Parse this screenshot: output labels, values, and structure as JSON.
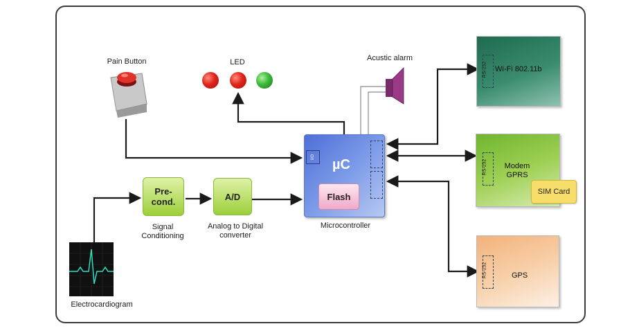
{
  "labels": {
    "pain_button": "Pain Button",
    "led": "LED",
    "acustic_alarm": "Acustic alarm",
    "microcontroller": "Microcontroller",
    "uc": "µC",
    "flash": "Flash",
    "precond": "Pre-\ncond.",
    "signal_conditioning": "Signal\nConditioning",
    "ad": "A/D",
    "analog_to_digital": "Analog to Digital\nconverter",
    "electrocardiogram": "Electrocardiogram",
    "wifi": "Wi-Fi 802.11b",
    "modem": "Modem\nGPRS",
    "sim_card": "SIM Card",
    "gps": "GPS",
    "rs232": "RS-232",
    "io": "I/O"
  },
  "colors": {
    "led_1": "#e0241b",
    "led_2": "#e0241b",
    "led_3": "#3cb83a",
    "wifi_box": "#3a8c6e",
    "modem_box": "#8cc63f",
    "gps_box": "#f6c99a",
    "mc_box": "#5b7fe0",
    "flash_box": "#f5c6dc",
    "connector": "#1a1a1a"
  },
  "icons": [
    "pain-button-icon",
    "speaker-icon",
    "ecg-monitor-icon"
  ]
}
